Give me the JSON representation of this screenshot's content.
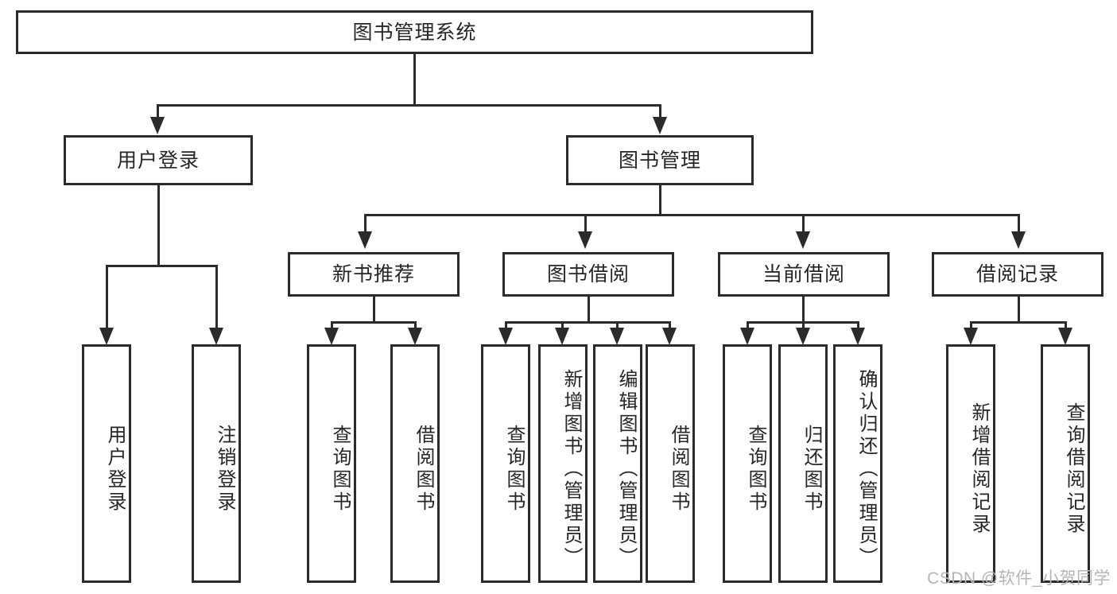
{
  "diagram": {
    "type": "tree-hierarchy",
    "title": "图书管理系统",
    "root": {
      "label": "图书管理系统"
    },
    "level2": [
      {
        "label": "用户登录"
      },
      {
        "label": "图书管理"
      }
    ],
    "level3": [
      {
        "label": "新书推荐"
      },
      {
        "label": "图书借阅"
      },
      {
        "label": "当前借阅"
      },
      {
        "label": "借阅记录"
      }
    ],
    "leaves": {
      "user_login": [
        {
          "label": "用户登录"
        },
        {
          "label": "注销登录"
        }
      ],
      "new_book_recommend": [
        {
          "label": "查询图书"
        },
        {
          "label": "借阅图书"
        }
      ],
      "book_borrow": [
        {
          "label": "查询图书"
        },
        {
          "label": "新增图书（管理员）"
        },
        {
          "label": "编辑图书（管理员）"
        },
        {
          "label": "借阅图书"
        }
      ],
      "current_borrow": [
        {
          "label": "查询图书"
        },
        {
          "label": "归还图书"
        },
        {
          "label": "确认归还（管理员）"
        }
      ],
      "borrow_record": [
        {
          "label": "新增借阅记录"
        },
        {
          "label": "查询借阅记录"
        }
      ]
    }
  },
  "watermark": {
    "text": "CSDN @软件_小贺同学"
  },
  "colors": {
    "stroke": "#2b2b2b",
    "background": "#ffffff",
    "text": "#262626",
    "watermark": "#b5b5b5"
  }
}
